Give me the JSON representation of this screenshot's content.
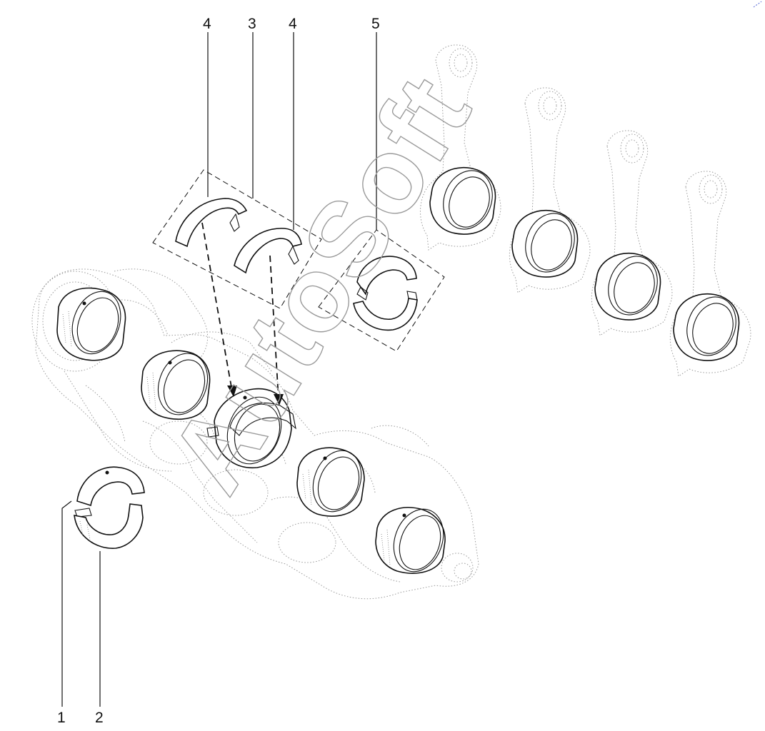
{
  "callouts": [
    {
      "id": "c1",
      "label": "1"
    },
    {
      "id": "c2",
      "label": "2"
    },
    {
      "id": "c3",
      "label": "3"
    },
    {
      "id": "c4a",
      "label": "4"
    },
    {
      "id": "c4b",
      "label": "4"
    },
    {
      "id": "c5",
      "label": "5"
    }
  ],
  "watermark": {
    "text": "AutoSoft"
  },
  "colors": {
    "line": "#111111",
    "ghost": "#9a9a9a",
    "background": "#ffffff"
  }
}
